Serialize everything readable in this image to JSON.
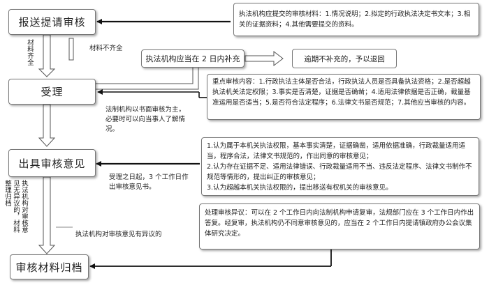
{
  "nodes": {
    "submit": "报送提请审核",
    "accept": "受理",
    "opinion": "出具审核意见",
    "archive": "审核材料归档",
    "supplement": "执法机构应当在 2 日内补充",
    "return": "逾期不补充的，予以退回"
  },
  "notes": {
    "materials": "执法机构应提交的审核材料：1.情况说明；2.拟定的行政执法决定书文本；3.相关的证据资料；4.其他需要提交的资料。",
    "key_points": "重点审核内容：1.行政执法主体是否合法，行政执法人员是否具备执法资格；2.是否超越执法机关法定权限；3.事实是否清楚，证据是否确凿；4.适用法律依据是否正确，裁量基准运用是否适当；5.是否符合法定程序；6.法律文书是否规范；7.其他应当审核的内容。",
    "opinion_lines": [
      "1.认为属于本机关执法权限，基本事实清楚，证据确凿，适用依据准确，行政裁量适用适当，程序合法，法律文书规范的，作出同意的审核意见；",
      "2.认为存在证据不足、适用法律错误、行政裁量适用不当、违反法定程序、法律文书制作不规范等情形的，提出纠正的审核意见；",
      "3.认为超越本机关执法权限的，提出移送有权机关的审核意见。"
    ],
    "objection": "处理审核异议：可以在 2 个工作日内向法制机构申请复审，法规部门应在 3 个工作日内作出答复。经复审，执法机构仍不同意审核意见的，应当在 2 个工作日内提请镇政府办公会议集体研究决定。"
  },
  "labels": {
    "materials_complete": "材料齐全",
    "materials_incomplete": "材料不齐全",
    "review_method": "法制机构以书面审核为主，必要时可以向当事人了解情况。",
    "deadline": "受理之日起，3 个工作日作出审核意见书。",
    "agree_archive": "执法机构对审核意见无异议的，材料整理归档",
    "has_objection": "执法机构对审核意见有异议的"
  }
}
